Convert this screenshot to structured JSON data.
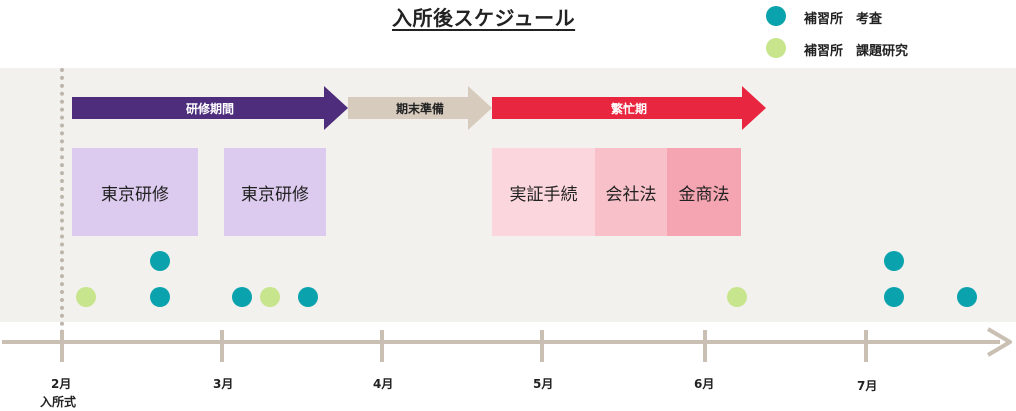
{
  "title": "入所後スケジュール",
  "legend": [
    {
      "label": "補習所　考査",
      "color": "#0aa3ad"
    },
    {
      "label": "補習所　課題研究",
      "color": "#c6e58d"
    }
  ],
  "phases": [
    {
      "label": "研修期間",
      "color": "#4d2d7c",
      "text_color": "#ffffff"
    },
    {
      "label": "期末準備",
      "color": "#d6cbbd",
      "text_color": "#222222"
    },
    {
      "label": "繁忙期",
      "color": "#e8263f",
      "text_color": "#ffffff"
    }
  ],
  "boxes": [
    {
      "label": "東京研修",
      "color": "#dccbee"
    },
    {
      "label": "東京研修",
      "color": "#dccbee"
    },
    {
      "label": "実証手続",
      "color": "#fbd6dc"
    },
    {
      "label": "会社法",
      "color": "#f8c0c8"
    },
    {
      "label": "金商法",
      "color": "#f4a5b1"
    }
  ],
  "axis": {
    "color": "#c9bfb3",
    "months": [
      "2月",
      "3月",
      "4月",
      "5月",
      "6月",
      "7月"
    ],
    "start_label": "入所式"
  }
}
